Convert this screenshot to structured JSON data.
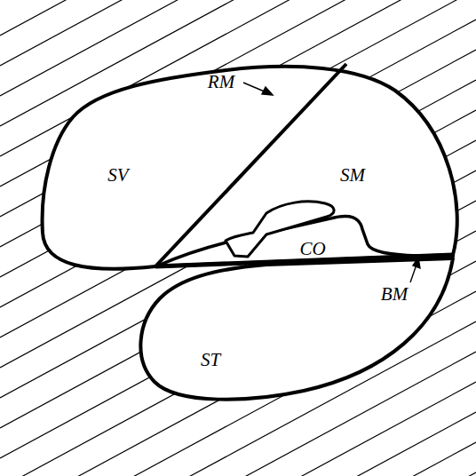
{
  "diagram": {
    "labels": [
      "RM",
      "SV",
      "SM",
      "CO",
      "BM",
      "ST"
    ]
  }
}
